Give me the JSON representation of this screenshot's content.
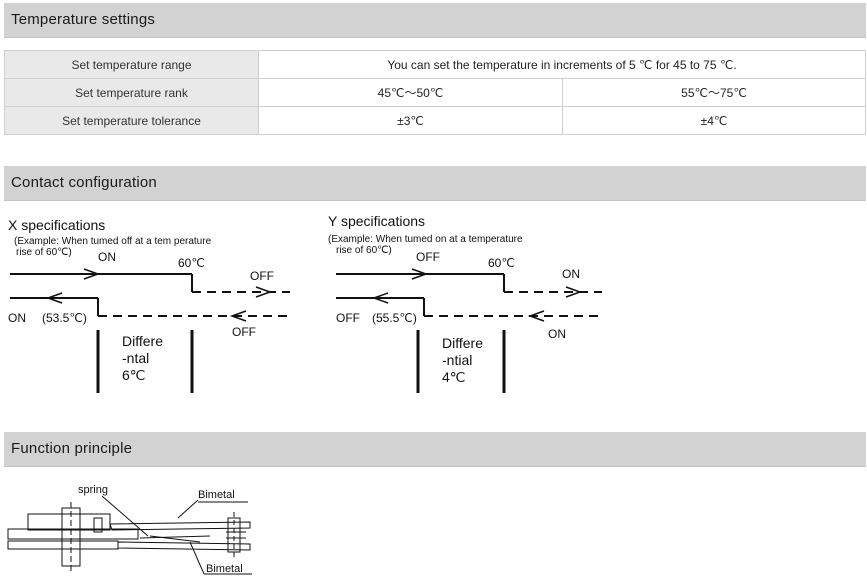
{
  "sections": {
    "temperature": "Temperature settings",
    "contact": "Contact configuration",
    "function": "Function principle"
  },
  "table": {
    "rows": [
      {
        "label": "Set temperature range",
        "value": "You can set the temperature in increments of 5 ℃ for 45 to 75 ℃."
      },
      {
        "label": "Set temperature rank",
        "x": "45℃～50℃",
        "y": "55℃～75℃"
      },
      {
        "label": "Set temperature tolerance",
        "x": "±3℃",
        "y": "±4℃"
      }
    ]
  },
  "x_spec": {
    "title": "X specifications",
    "example_line1": "(Example: When tumed off at a tem perature",
    "example_line2": "rise of 60℃)",
    "state_on_top": "ON",
    "temp_top": "60℃",
    "state_off_right": "OFF",
    "state_on_left": "ON",
    "temp_return": "(53.5℃)",
    "state_off_bottom": "OFF",
    "diff_line1": "Differe",
    "diff_line2": "-ntal",
    "diff_value": "6℃"
  },
  "y_spec": {
    "title": "Y specifications",
    "example_line1": "(Example: When tumed on at a temperature",
    "example_line2": "rise of 60℃)",
    "state_off_top": "OFF",
    "temp_top": "60℃",
    "state_on_right": "ON",
    "state_off_left": "OFF",
    "temp_return": "(55.5℃)",
    "state_on_bottom": "ON",
    "diff_line1": "Differe",
    "diff_line2": "-ntial",
    "diff_value": "4℃"
  },
  "principle": {
    "label_spring": "spring",
    "label_bimetal_top": "Bimetal",
    "label_bimetal_bottom": "Bimetal"
  }
}
